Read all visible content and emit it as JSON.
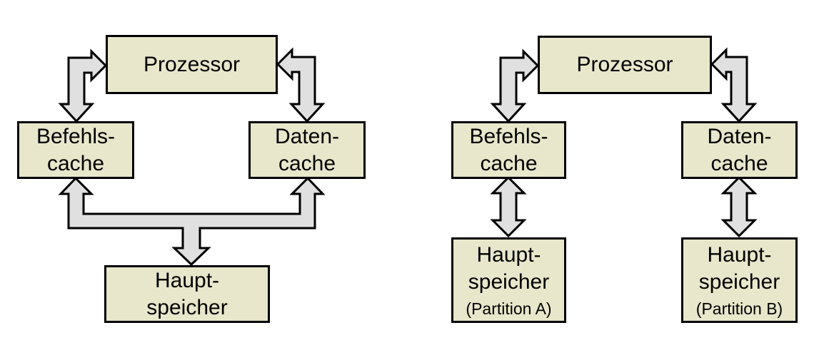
{
  "colors": {
    "background": "#ffffff",
    "box_fill": "#e8e7cb",
    "box_border": "#000000",
    "arrow_fill": "#e0e0e0",
    "arrow_border": "#000000",
    "text": "#000000"
  },
  "left_diagram": {
    "prozessor": "Prozessor",
    "befehls_cache": [
      "Befehls-",
      "cache"
    ],
    "daten_cache": [
      "Daten-",
      "cache"
    ],
    "hauptspeicher": [
      "Haupt-",
      "speicher"
    ]
  },
  "right_diagram": {
    "prozessor": "Prozessor",
    "befehls_cache": [
      "Befehls-",
      "cache"
    ],
    "daten_cache": [
      "Daten-",
      "cache"
    ],
    "hauptspeicher_a": [
      "Haupt-",
      "speicher"
    ],
    "hauptspeicher_a_note": "(Partition A)",
    "hauptspeicher_b": [
      "Haupt-",
      "speicher"
    ],
    "hauptspeicher_b_note": "(Partition B)"
  }
}
